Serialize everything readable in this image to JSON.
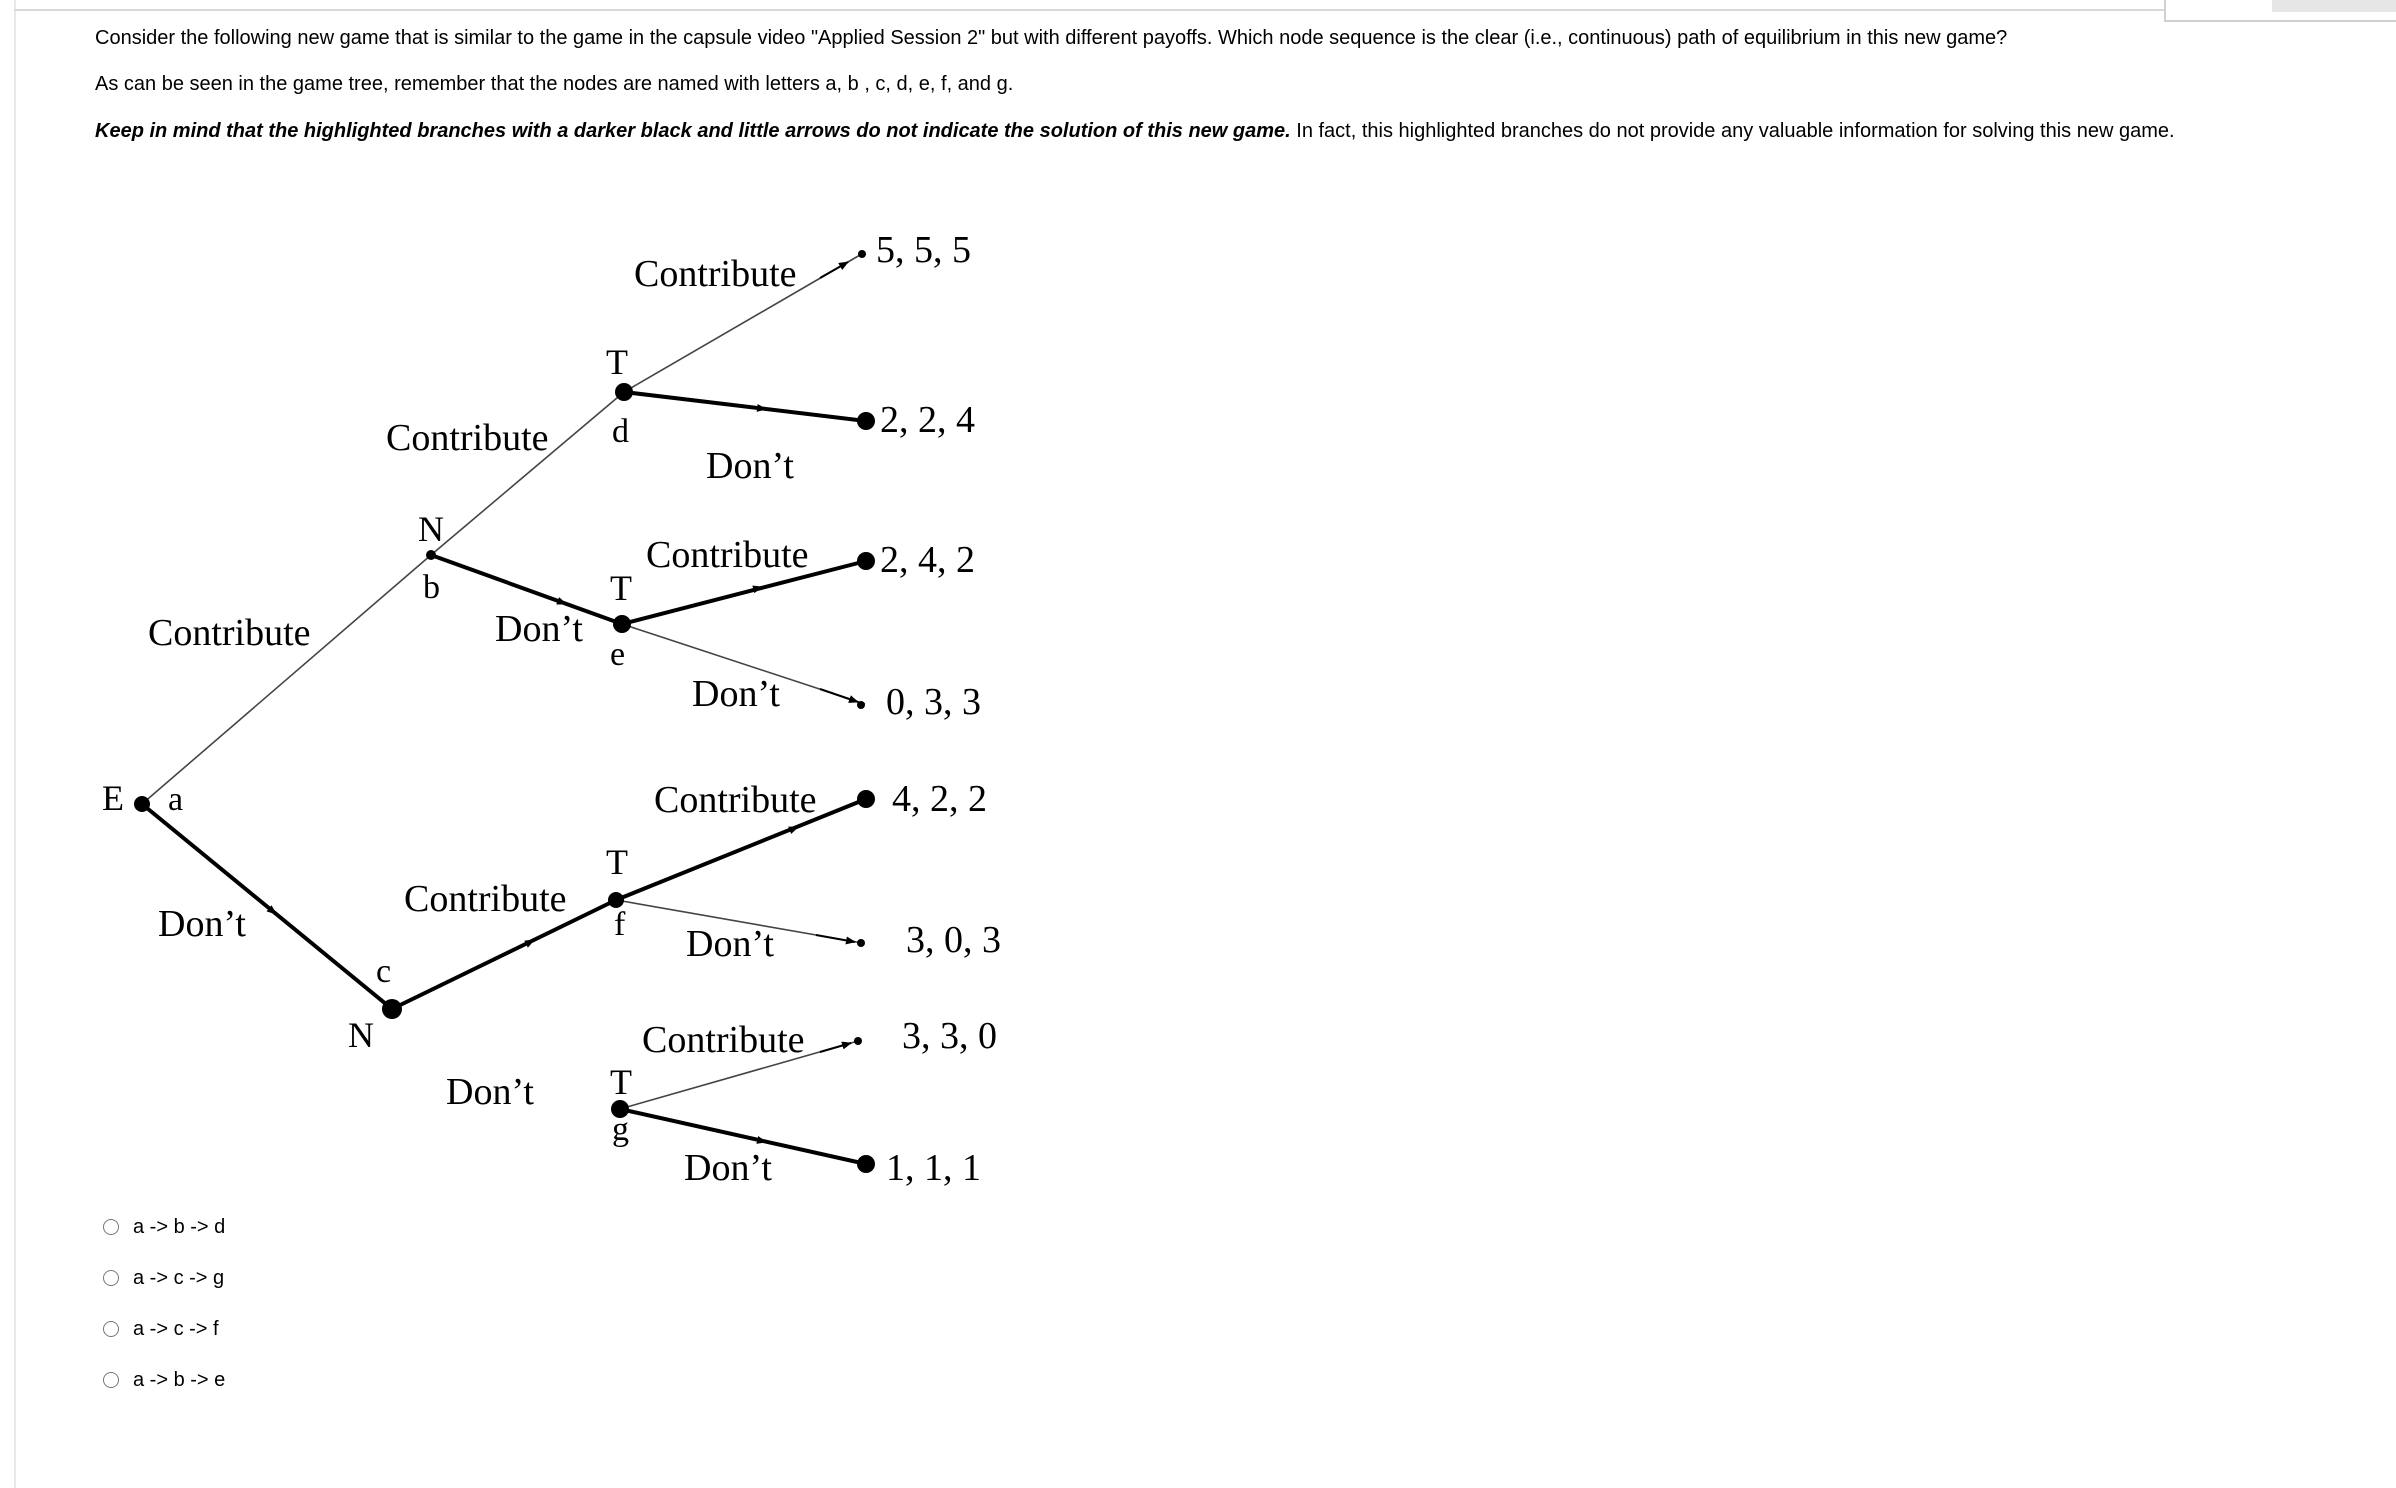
{
  "question": {
    "line1": "Consider the following new game that is similar to the game in the capsule video \"Applied Session 2\" but with different payoffs. Which node sequence is the clear (i.e., continuous) path of equilibrium in this new game?",
    "line2": "As can be seen in the game tree, remember that the nodes are named with letters a, b , c, d, e, f, and g.",
    "line3_bold": "Keep in mind that the highlighted branches with a darker black and little arrows do not indicate the solution of this new game.",
    "line3_rest": " In fact, this highlighted branches do not provide any valuable information for solving this new game."
  },
  "tree": {
    "players": {
      "e": "E",
      "n_top": "N",
      "n_bottom": "N",
      "t_d": "T",
      "t_e": "T",
      "t_f": "T",
      "t_g": "T"
    },
    "nodes": {
      "a": "a",
      "b": "b",
      "c": "c",
      "d": "d",
      "e": "e",
      "f": "f",
      "g": "g"
    },
    "actions": {
      "a_contribute": "Contribute",
      "a_dont": "Don’t",
      "b_contribute": "Contribute",
      "b_dont": "Don’t",
      "c_contribute": "Contribute",
      "c_dont": "Don’t",
      "d_contribute": "Contribute",
      "d_dont": "Don’t",
      "e_contribute": "Contribute",
      "e_dont": "Don’t",
      "f_contribute": "Contribute",
      "f_dont": "Don’t",
      "g_contribute": "Contribute",
      "g_dont": "Don’t"
    },
    "payoffs": {
      "d_contribute": "5, 5, 5",
      "d_dont": "2, 2, 4",
      "e_contribute": "2, 4, 2",
      "e_dont": "0, 3, 3",
      "f_contribute": "4, 2, 2",
      "f_dont": "3, 0, 3",
      "g_contribute": "3, 3, 0",
      "g_dont": "1, 1, 1"
    }
  },
  "options": [
    {
      "label": "a -> b -> d"
    },
    {
      "label": "a -> c -> g"
    },
    {
      "label": "a -> c -> f"
    },
    {
      "label": "a -> b -> e"
    }
  ]
}
